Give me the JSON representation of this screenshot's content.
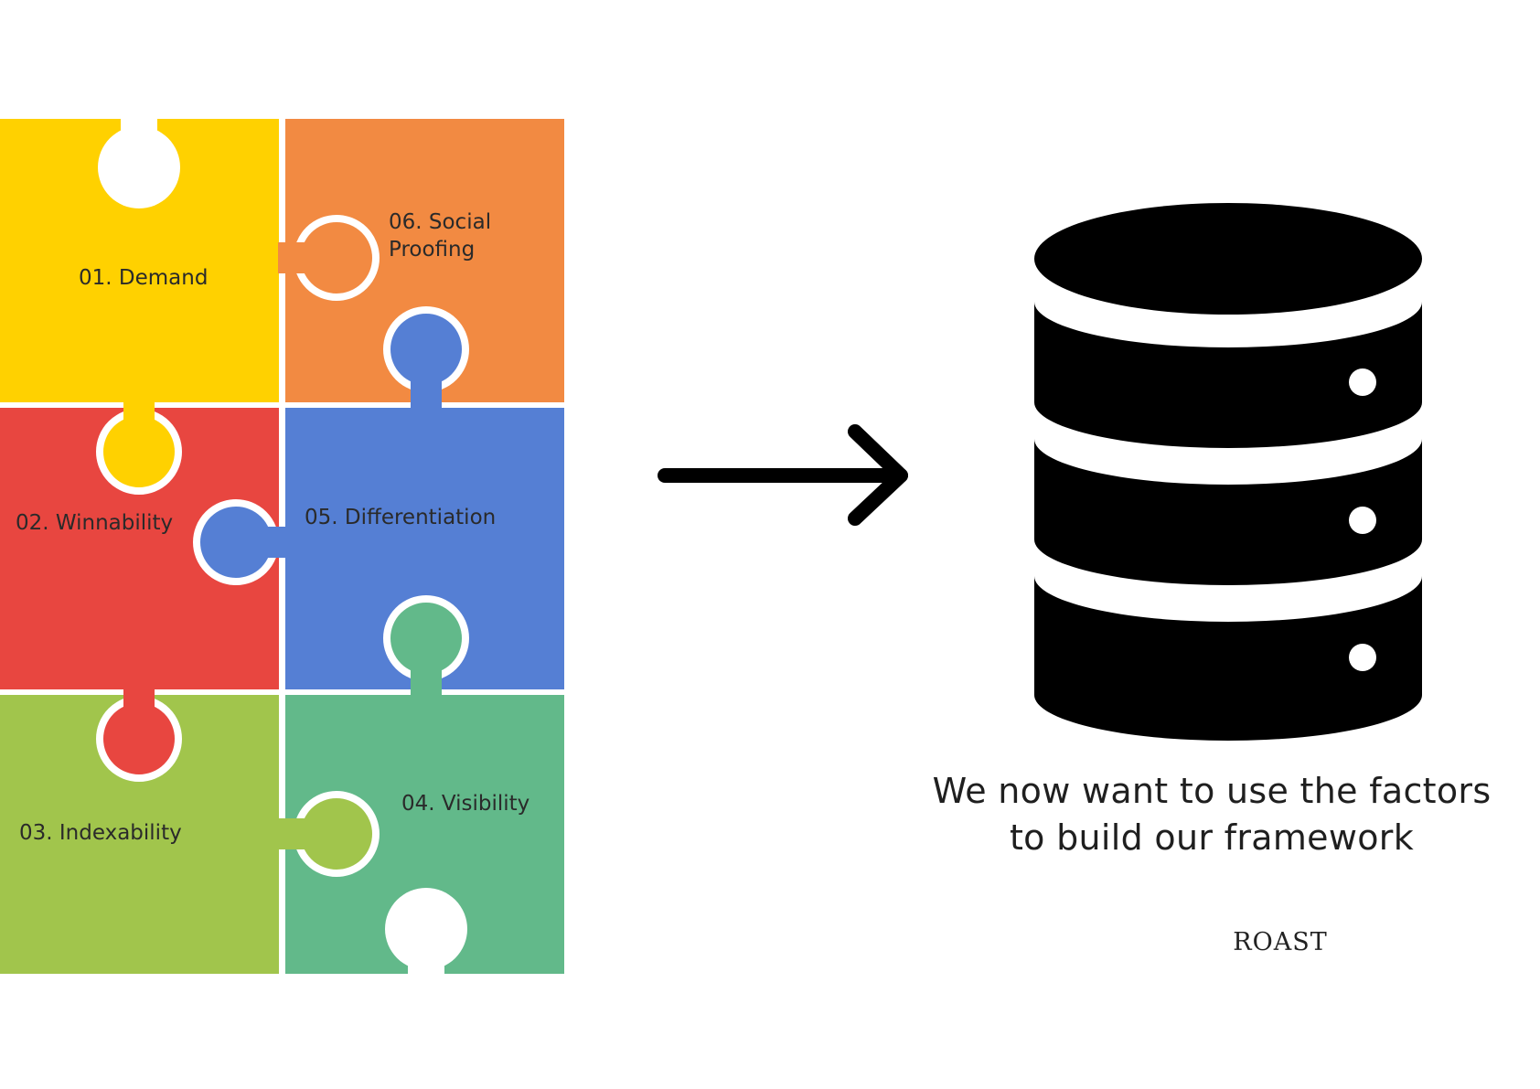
{
  "puzzle": {
    "pieces": [
      {
        "id": "demand",
        "lines": [
          "01. Demand"
        ],
        "color": "#FFD100"
      },
      {
        "id": "winnability",
        "lines": [
          "02. Winnability"
        ],
        "color": "#E84640"
      },
      {
        "id": "indexability",
        "lines": [
          "03. Indexability"
        ],
        "color": "#A1C54C"
      },
      {
        "id": "visibility",
        "lines": [
          "04. Visibility"
        ],
        "color": "#62B98A"
      },
      {
        "id": "differentiation",
        "lines": [
          "05. Differentiation"
        ],
        "color": "#557FD4"
      },
      {
        "id": "social-proofing",
        "lines": [
          "06. Social",
          "Proofing"
        ],
        "color": "#F28A42"
      }
    ]
  },
  "caption": {
    "line1": "We now want to use the factors",
    "line2": "to build our framework"
  },
  "brand": "ROAST"
}
